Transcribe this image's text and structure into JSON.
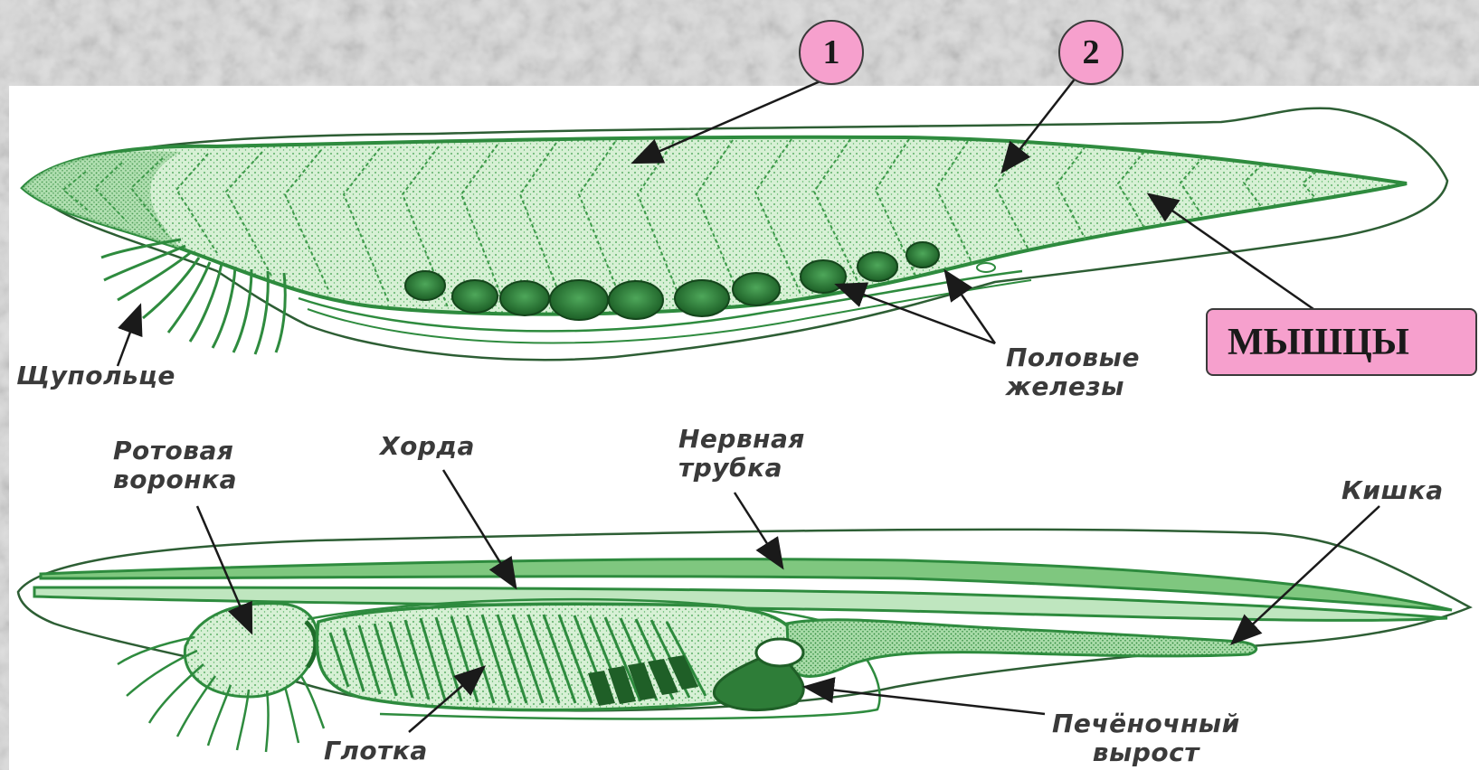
{
  "markers": {
    "one": "1",
    "two": "2"
  },
  "labels": {
    "muscles": "МЫШЦЫ",
    "tentacle": "Щупольце",
    "gonads_line1": "Половые",
    "gonads_line2": "железы",
    "oral_funnel_line1": "Ротовая",
    "oral_funnel_line2": "воронка",
    "chord": "Хорда",
    "nerve_tube_line1": "Нервная",
    "nerve_tube_line2": "трубка",
    "intestine": "Кишка",
    "pharynx": "Глотка",
    "liver_line1": "Печёночный",
    "liver_line2": "вырост"
  },
  "colors": {
    "body_green": "#2e8b3e",
    "fill_green": "#c9ebc9",
    "gonad_green": "#1f6b2a",
    "marker_pink": "#f6a0cd",
    "label_gray": "#3a3a3a"
  }
}
